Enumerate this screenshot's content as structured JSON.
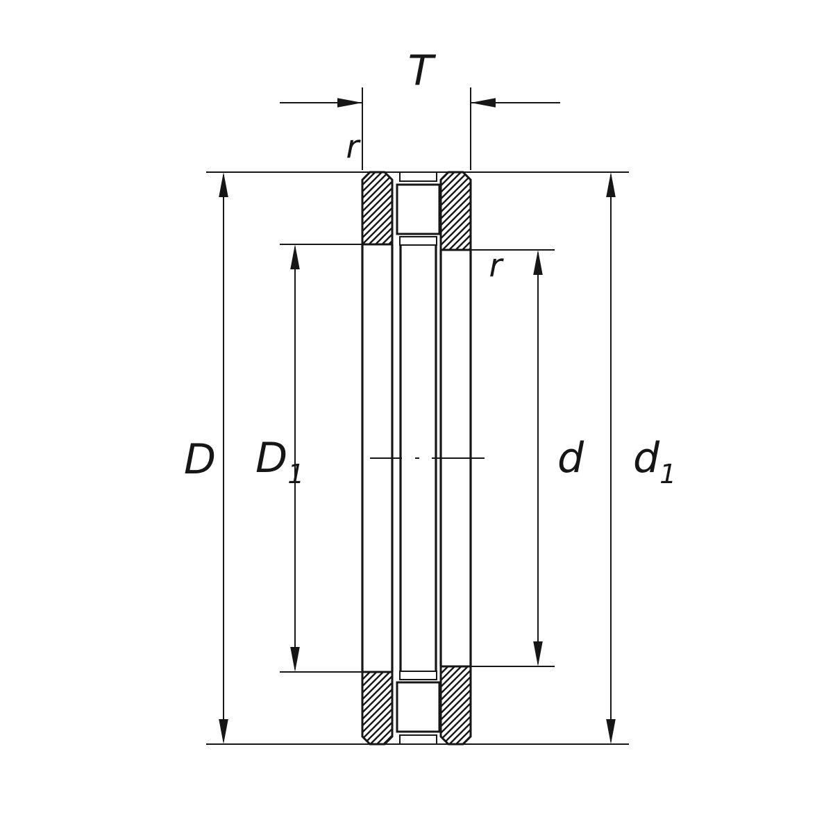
{
  "drawing": {
    "kind": "bearing-section-drawing",
    "labels": {
      "T": "T",
      "r_top": "r",
      "r_inner": "r",
      "D": "D",
      "D1": {
        "main": "D",
        "sub": "1"
      },
      "d": "d",
      "d1": {
        "main": "d",
        "sub": "1"
      }
    },
    "colors": {
      "line": "#161616",
      "background": "#ffffff"
    }
  }
}
